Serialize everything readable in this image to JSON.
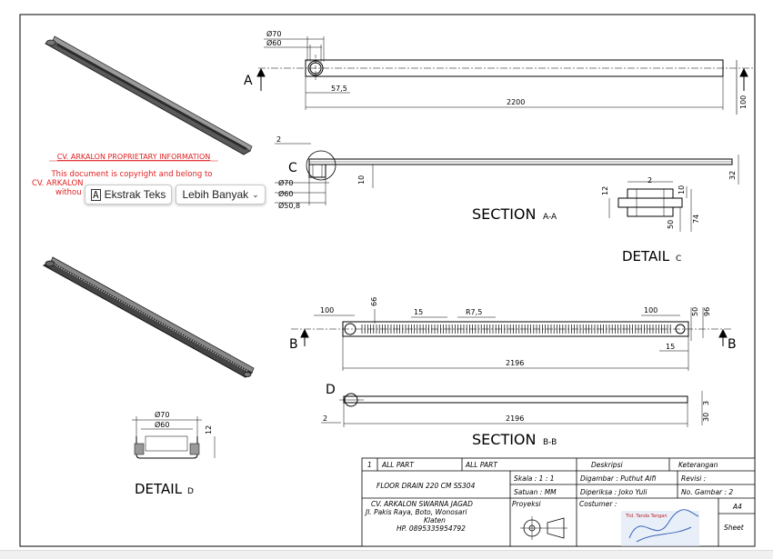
{
  "proprietary": {
    "title": "CV. ARKALON PROPRIETARY INFORMATION",
    "line1": "This document is copyright and belong to",
    "line2": "CV. ARKALON",
    "line3": "withou"
  },
  "toolbar": {
    "extract_label": "Ekstrak Teks",
    "more_label": "Lebih Banyak"
  },
  "views": {
    "section_a_label": "SECTION",
    "section_a_sub": "A-A",
    "section_b_label": "SECTION",
    "section_b_sub": "B-B",
    "detail_c_label": "DETAIL",
    "detail_c_sub": "C",
    "detail_d_label": "DETAIL",
    "detail_d_sub": "D",
    "cut_a": "A",
    "cut_b": "B",
    "callout_c": "C",
    "callout_d": "D"
  },
  "dims": {
    "top_d70": "Ø70",
    "top_d60": "Ø60",
    "top_575": "57,5",
    "top_2200": "2200",
    "top_100": "100",
    "sa_2": "2",
    "sa_10": "10",
    "sa_32": "32",
    "sa_d70": "Ø70",
    "sa_d60": "Ø60",
    "sa_d508": "Ø50,8",
    "dc_2": "2",
    "dc_12": "12",
    "dc_10": "10",
    "dc_50": "50",
    "dc_74": "74",
    "b_100l": "100",
    "b_66": "66",
    "b_15t": "15",
    "b_r75": "R7,5",
    "b_100r": "100",
    "b_50": "50",
    "b_96": "96",
    "b_15b": "15",
    "b_2196": "2196",
    "sb_2": "2",
    "sb_2196": "2196",
    "sb_30": "30",
    "dd_d70": "Ø70",
    "dd_d60": "Ø60",
    "dd_12": "12"
  },
  "title_block": {
    "item_no": "1",
    "all_part_1": "ALL PART",
    "all_part_2": "ALL PART",
    "deskripsi": "Deskripsi",
    "keterangan": "Keterangan",
    "product": "FLOOR DRAIN 220 CM SS304",
    "skala": "Skala : 1 : 1",
    "satuan": "Satuan : MM",
    "digambar": "Digambar : Puthut Alfi",
    "diperiksa": "Diperiksa : Joko Yuli",
    "revisi": "Revisi :",
    "no_gambar": "No. Gambar : 2",
    "company": "CV. ARKALON SWARNA JAGAD",
    "address1": "Jl. Pakis Raya, Boto, Wonosari",
    "address2": "Klaten",
    "phone": "HP. 0895335954792",
    "proyeksi": "Proyeksi",
    "costumer": "Costumer :",
    "sign_caption": "Ttd. Tanda Tangan",
    "paper": "A4",
    "sheet": "Sheet"
  }
}
